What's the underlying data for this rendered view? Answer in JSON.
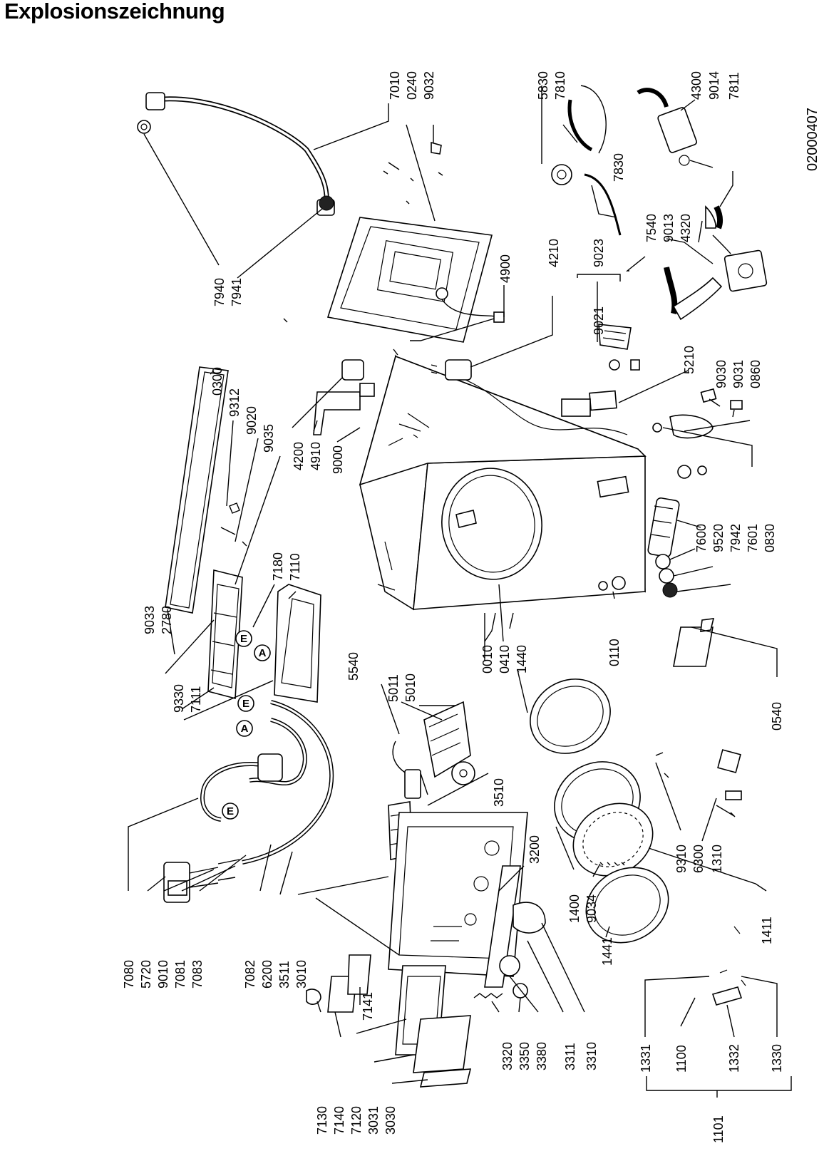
{
  "title": "Explosionszeichnung",
  "drawing_number": "02000407",
  "part_numbers": [
    "7010",
    "0240",
    "9032",
    "7940",
    "7941",
    "4900",
    "0300",
    "9312",
    "9020",
    "9035",
    "4200",
    "4910",
    "9000",
    "9033",
    "2780",
    "7180",
    "7110",
    "9330",
    "7111",
    "5540",
    "5011",
    "5010",
    "0010",
    "0410",
    "1440",
    "0110",
    "3510",
    "3200",
    "7080",
    "5720",
    "9010",
    "7081",
    "7083",
    "7082",
    "6200",
    "3511",
    "3010",
    "7130",
    "7140",
    "7120",
    "3031",
    "3030",
    "3320",
    "3350",
    "3380",
    "3311",
    "3310",
    "1400",
    "9034",
    "1441",
    "1411",
    "9310",
    "6300",
    "1310",
    "0540",
    "1331",
    "1100",
    "1332",
    "1330",
    "1101",
    "5830",
    "7810",
    "7830",
    "4300",
    "9014",
    "7811",
    "7540",
    "9013",
    "4320",
    "4210",
    "9023",
    "9021",
    "5210",
    "9030",
    "9031",
    "0860",
    "7600",
    "9520",
    "7942",
    "7601",
    "0830"
  ],
  "circled_letters": [
    "A",
    "E"
  ]
}
